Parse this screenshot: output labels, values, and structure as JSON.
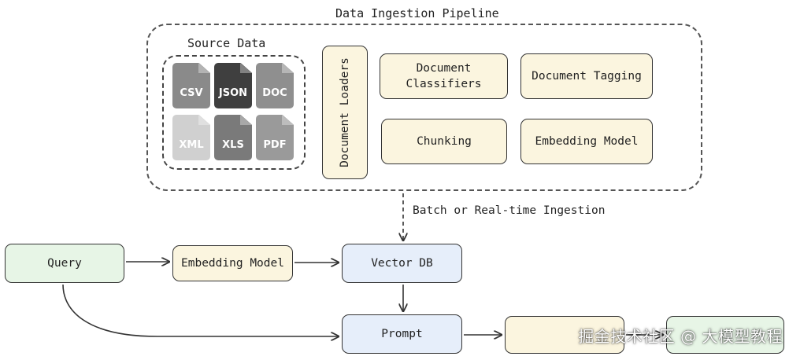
{
  "pipeline": {
    "title": "Data Ingestion Pipeline",
    "source_title": "Source Data",
    "files": [
      {
        "label": "CSV",
        "color": "#8a8a8a"
      },
      {
        "label": "JSON",
        "color": "#3f3f3f"
      },
      {
        "label": "DOC",
        "color": "#8f8f8f"
      },
      {
        "label": "XML",
        "color": "#d0d0d0"
      },
      {
        "label": "XLS",
        "color": "#7a7a7a"
      },
      {
        "label": "PDF",
        "color": "#9a9a9a"
      }
    ],
    "loaders": "Document Loaders",
    "classifiers": "Document\nClassifiers",
    "tagging": "Document Tagging",
    "chunking": "Chunking",
    "embedding": "Embedding Model"
  },
  "ingestion_label": "Batch or Real-time Ingestion",
  "flow": {
    "query": "Query",
    "embedding": "Embedding Model",
    "vector_db": "Vector DB",
    "prompt": "Prompt"
  },
  "watermark": "掘金技术社区 @ 大模型教程",
  "colors": {
    "cream": "#fbf5df",
    "blue": "#e6eefa",
    "green": "#e7f5e6",
    "stroke": "#333333"
  }
}
